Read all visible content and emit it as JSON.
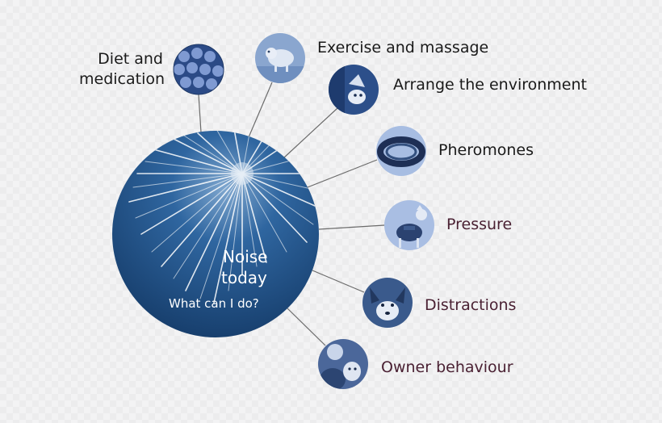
{
  "center": {
    "title_line1": "Noise",
    "title_line2": "today",
    "subtitle": "What can I do?"
  },
  "options": [
    {
      "id": "diet",
      "line1": "Diet and",
      "line2": "medication",
      "icon": "pills-photo-icon"
    },
    {
      "id": "exercise",
      "line1": "Exercise and massage",
      "icon": "dog-exercise-photo-icon"
    },
    {
      "id": "environment",
      "line1": "Arrange the environment",
      "icon": "dog-hiding-photo-icon"
    },
    {
      "id": "pheromones",
      "line1": "Pheromones",
      "icon": "collar-photo-icon"
    },
    {
      "id": "pressure",
      "line1": "Pressure",
      "icon": "dog-wrap-photo-icon"
    },
    {
      "id": "distractions",
      "line1": "Distractions",
      "icon": "dog-face-photo-icon"
    },
    {
      "id": "owner",
      "line1": "Owner behaviour",
      "icon": "owner-with-dog-photo-icon"
    }
  ],
  "colors": {
    "center_fill": "#1f4f85",
    "thumb_dark": "#26477a",
    "thumb_light": "#9fb6da",
    "connector": "#6b6b6b",
    "label_dark": "#1a1a1a",
    "label_maroon": "#4a2133"
  }
}
